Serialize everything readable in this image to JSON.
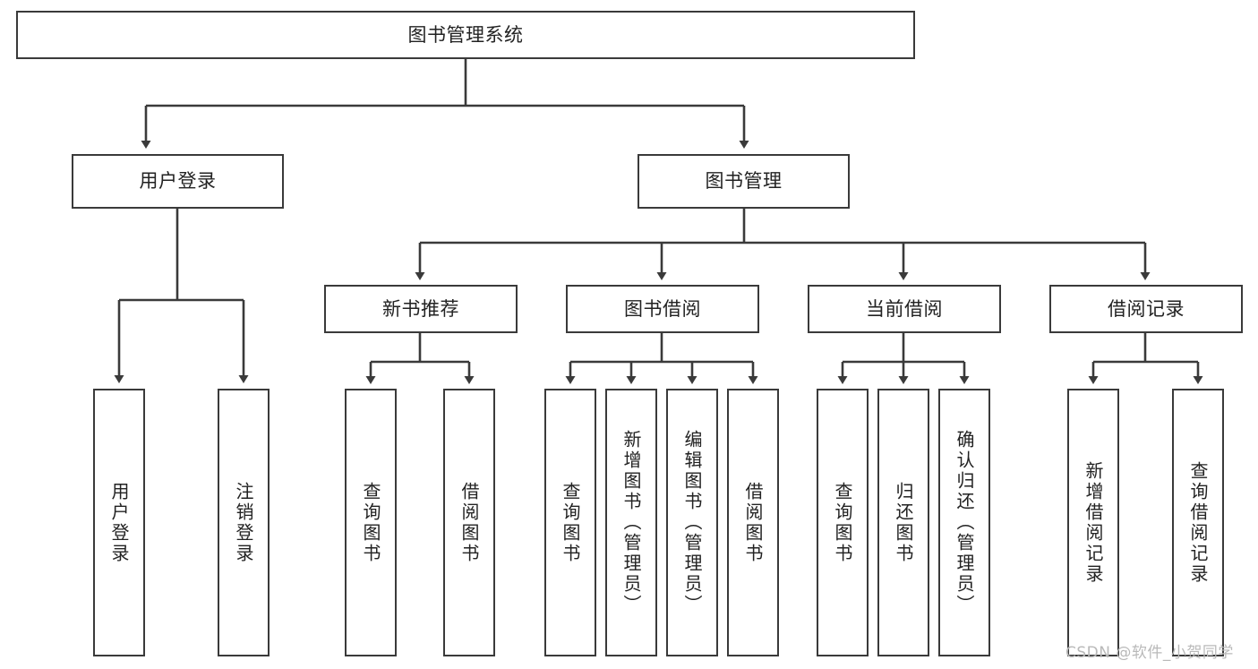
{
  "diagram": {
    "type": "tree-hierarchy-chart",
    "title": "图书管理系统",
    "stroke_color": "#3a3a3a",
    "fill_color": "#ffffff",
    "text_color": "#222222",
    "nodes": {
      "root": {
        "label": "图书管理系统",
        "level": 0
      },
      "l1": [
        {
          "id": "user-login",
          "label": "用户登录"
        },
        {
          "id": "book-manage",
          "label": "图书管理"
        }
      ],
      "l2": [
        {
          "id": "new-book-recommend",
          "label": "新书推荐"
        },
        {
          "id": "book-borrow",
          "label": "图书借阅"
        },
        {
          "id": "current-borrow",
          "label": "当前借阅"
        },
        {
          "id": "borrow-record",
          "label": "借阅记录"
        }
      ],
      "leaves": [
        {
          "id": "leaf-user-login",
          "label": "用户登录",
          "parent": "user-login"
        },
        {
          "id": "leaf-logout",
          "label": "注销登录",
          "parent": "user-login"
        },
        {
          "id": "leaf-query-book-1",
          "label": "查询图书",
          "parent": "new-book-recommend"
        },
        {
          "id": "leaf-borrow-book-1",
          "label": "借阅图书",
          "parent": "new-book-recommend"
        },
        {
          "id": "leaf-query-book-2",
          "label": "查询图书",
          "parent": "book-borrow"
        },
        {
          "id": "leaf-add-book",
          "label": "新增图书（管理员）",
          "parent": "book-borrow"
        },
        {
          "id": "leaf-edit-book",
          "label": "编辑图书（管理员）",
          "parent": "book-borrow"
        },
        {
          "id": "leaf-borrow-book-2",
          "label": "借阅图书",
          "parent": "book-borrow"
        },
        {
          "id": "leaf-query-book-3",
          "label": "查询图书",
          "parent": "current-borrow"
        },
        {
          "id": "leaf-return-book",
          "label": "归还图书",
          "parent": "current-borrow"
        },
        {
          "id": "leaf-confirm-return",
          "label": "确认归还（管理员）",
          "parent": "current-borrow"
        },
        {
          "id": "leaf-add-record",
          "label": "新增借阅记录",
          "parent": "borrow-record"
        },
        {
          "id": "leaf-query-record",
          "label": "查询借阅记录",
          "parent": "borrow-record"
        }
      ]
    }
  },
  "watermark": {
    "text": "CSDN @软件_小贺同学"
  }
}
